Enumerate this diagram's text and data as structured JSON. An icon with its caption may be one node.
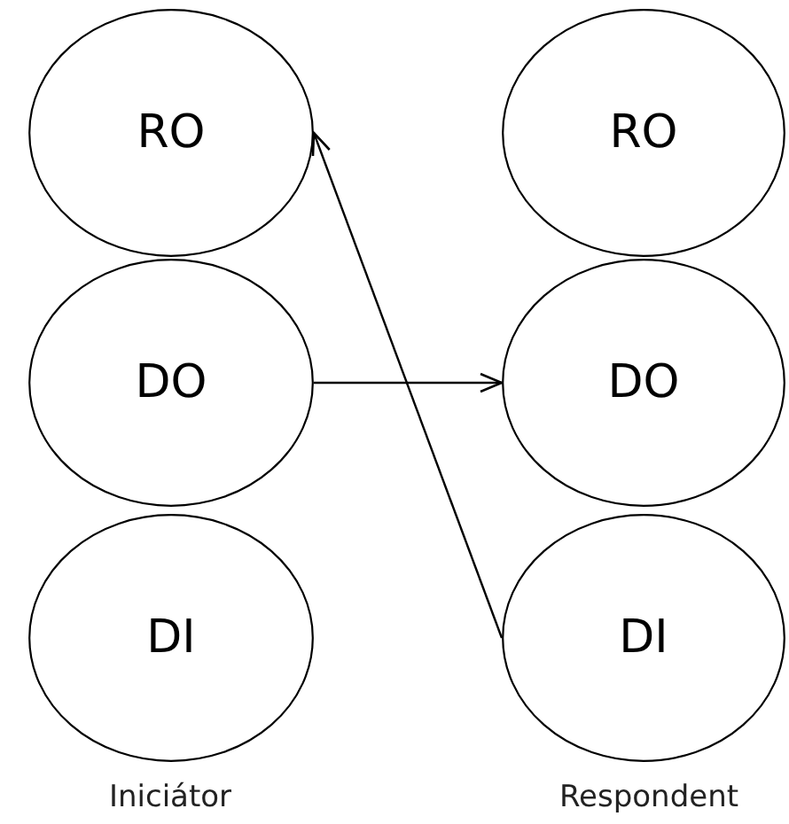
{
  "diagram": {
    "nodes": [
      {
        "text": [
          "RO"
        ]
      },
      {
        "text": [
          "DO"
        ]
      },
      {
        "text": [
          "DI"
        ]
      },
      {
        "text": [
          "RO"
        ]
      },
      {
        "text": [
          "DO"
        ]
      },
      {
        "text": [
          "DI"
        ]
      }
    ],
    "edges": [
      {
        "from": 1,
        "to": 4,
        "arrow": "to"
      },
      {
        "from": 5,
        "to": 0,
        "arrow": "to"
      }
    ],
    "labels": [
      "Iniciátor",
      "Respondent"
    ]
  }
}
